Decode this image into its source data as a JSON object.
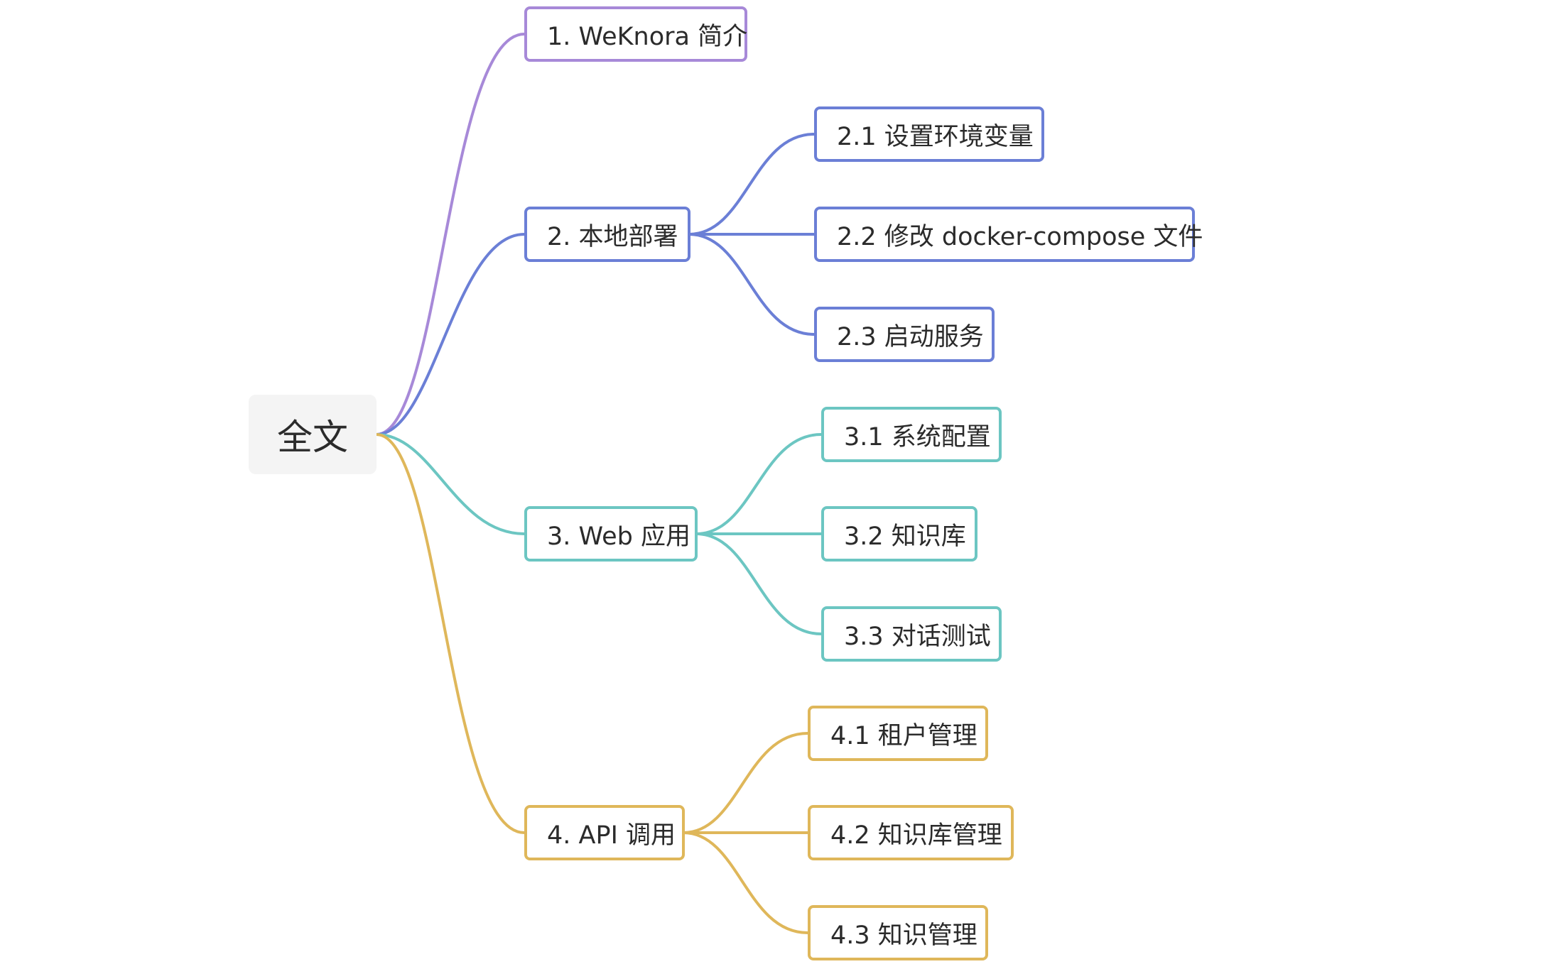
{
  "root": {
    "label": "全文"
  },
  "branches": [
    {
      "label": "1. WeKnora 简介",
      "color": "#a789d8",
      "children": []
    },
    {
      "label": "2. 本地部署",
      "color": "#6b7fd6",
      "children": [
        {
          "label": "2.1 设置环境变量"
        },
        {
          "label": "2.2 修改 docker-compose 文件"
        },
        {
          "label": "2.3 启动服务"
        }
      ]
    },
    {
      "label": "3. Web 应用",
      "color": "#6cc6c2",
      "children": [
        {
          "label": "3.1 系统配置"
        },
        {
          "label": "3.2 知识库"
        },
        {
          "label": "3.3 对话测试"
        }
      ]
    },
    {
      "label": "4. API 调用",
      "color": "#dfb75a",
      "children": [
        {
          "label": "4.1 租户管理"
        },
        {
          "label": "4.2 知识库管理"
        },
        {
          "label": "4.3 知识管理"
        }
      ]
    }
  ]
}
